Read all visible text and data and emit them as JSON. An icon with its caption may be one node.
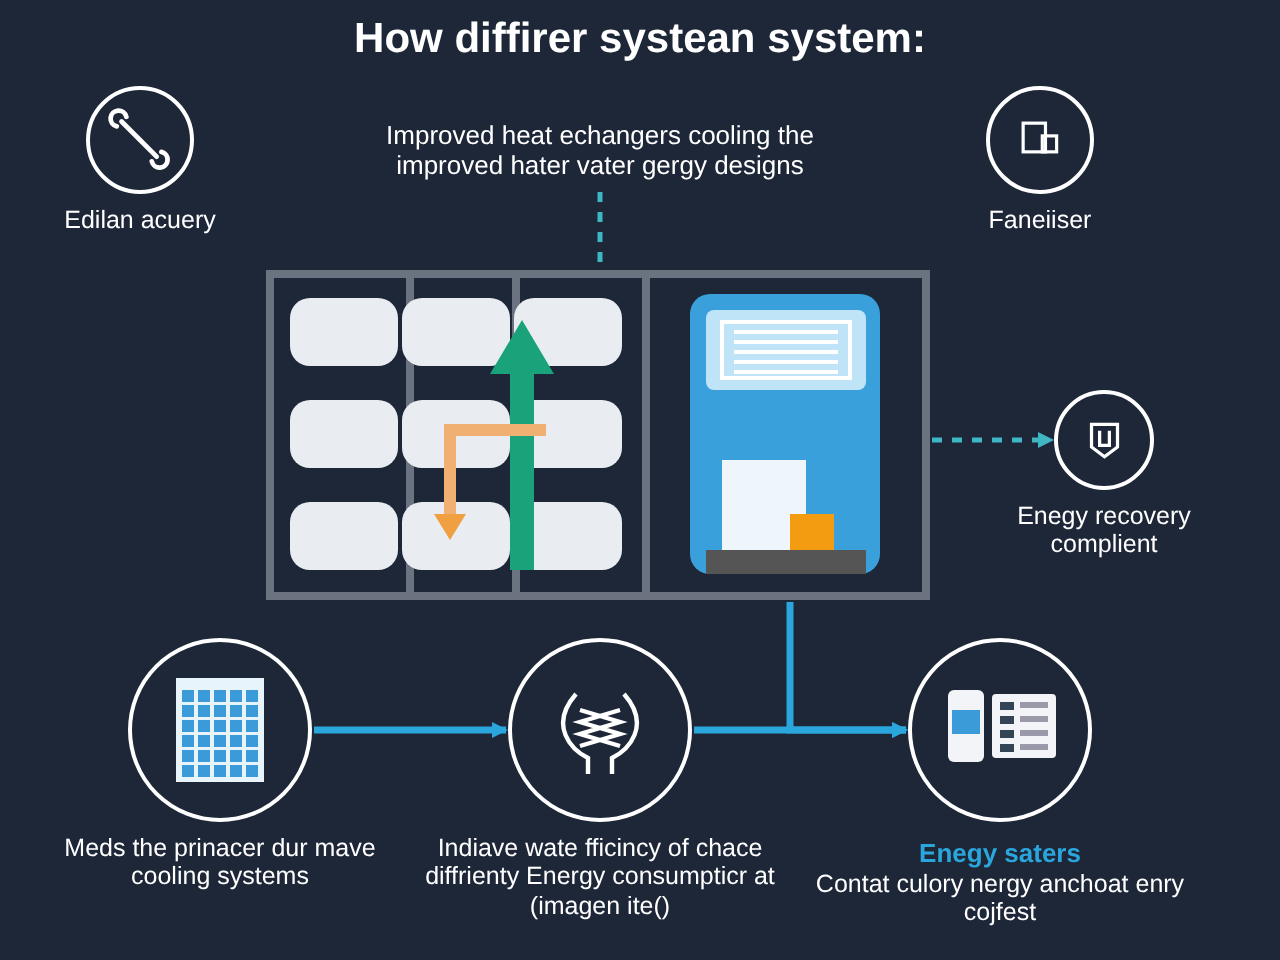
{
  "diagram": {
    "title": "How diffirer systean system:",
    "nodes": [
      {
        "text": [
          "Edilan acuery"
        ]
      },
      {
        "text": [
          "Improved heat echangers cooling the improved hater vater gergy designs"
        ]
      },
      {
        "text": [
          "Faneiiser"
        ]
      },
      {
        "text": [],
        "shape": "picture"
      },
      {
        "text": [
          "Enegy recovery complient"
        ]
      },
      {
        "text": [
          "Meds the prinacer dur mave cooling systems"
        ]
      },
      {
        "text": [
          "Indiave wate fficincy of chace diffrienty Energy consumpticr at (imagen ite()"
        ]
      },
      {
        "text": [
          "Enegy saters",
          "Contat culory nergy anchoat enry cojfest"
        ]
      }
    ],
    "edges": [
      {
        "from": 1,
        "to": 3,
        "arrow": "none",
        "style": "dashed",
        "color": "#3fb6c4"
      },
      {
        "from": 3,
        "to": 4,
        "arrow": "to",
        "style": "dashed",
        "color": "#3fb6c4"
      },
      {
        "from": 5,
        "to": 6,
        "arrow": "to"
      },
      {
        "from": 6,
        "to": 7,
        "arrow": "to"
      },
      {
        "from": 3,
        "to": 7,
        "arrow": "to"
      }
    ]
  }
}
